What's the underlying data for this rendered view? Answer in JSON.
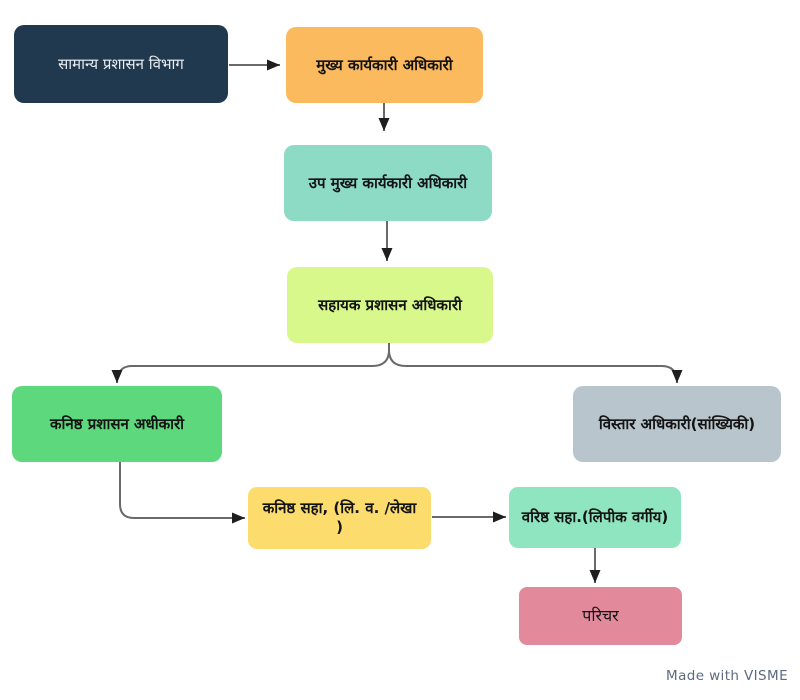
{
  "nodes": [
    {
      "id": "general-administration-dept",
      "label": "सामान्य प्रशासन विभाग",
      "color": "#21394e",
      "text_color": "#e9eef3"
    },
    {
      "id": "chief-executive-officer",
      "label": "मुख्य कार्यकारी अधिकारी",
      "color": "#fcba5e",
      "text_color": "#141414"
    },
    {
      "id": "deputy-chief-executive",
      "label": "उप मुख्य कार्यकारी अधिकारी",
      "color": "#8edbc5",
      "text_color": "#141414"
    },
    {
      "id": "assistant-admin-officer",
      "label": "सहायक प्रशासन अधिकारी",
      "color": "#d9f88c",
      "text_color": "#141414"
    },
    {
      "id": "junior-admin-officer",
      "label": "कनिष्ठ प्रशासन अधीकारी",
      "color": "#5ed87d",
      "text_color": "#141414"
    },
    {
      "id": "extension-officer-statistics",
      "label": "विस्तार अधिकारी(सांख्यिकी)",
      "color": "#b9c5cc",
      "text_color": "#141414"
    },
    {
      "id": "junior-assistant",
      "label": "कनिष्ठ सहा, (लि. व. /लेखा )",
      "color": "#fcdc6d",
      "text_color": "#141414"
    },
    {
      "id": "senior-assistant-clerical",
      "label": "वरिष्ठ सहा.(लिपीक वर्गीय)",
      "color": "#8fe5c0",
      "text_color": "#141414"
    },
    {
      "id": "attendant",
      "label": "परिचर",
      "color": "#e28a9c",
      "text_color": "#141414"
    }
  ],
  "connectors": {
    "line_color": "#6a6a6a",
    "arrow_color": "#1e1e1e"
  },
  "footer": {
    "credit": "Made with VISME"
  }
}
